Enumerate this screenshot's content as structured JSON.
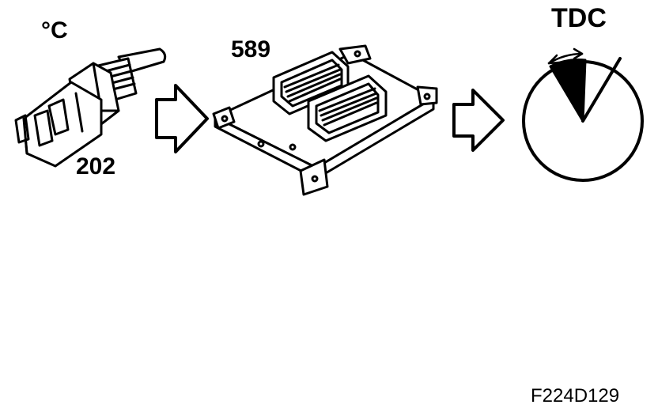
{
  "labels": {
    "unit": "°C",
    "sensor_code": "202",
    "ecu_code": "589",
    "tdc": "TDC",
    "figure_code": "F224D129"
  }
}
